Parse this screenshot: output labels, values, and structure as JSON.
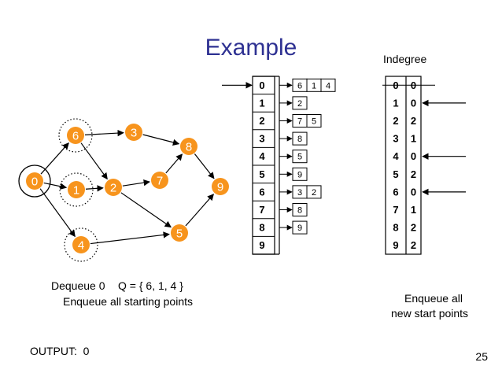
{
  "title": "Example",
  "indegree_title": "Indegree",
  "page_number": "25",
  "graph": {
    "nodes": [
      {
        "id": "0",
        "label": "0"
      },
      {
        "id": "1",
        "label": "1"
      },
      {
        "id": "2",
        "label": "2"
      },
      {
        "id": "3",
        "label": "3"
      },
      {
        "id": "4",
        "label": "4"
      },
      {
        "id": "5",
        "label": "5"
      },
      {
        "id": "6",
        "label": "6"
      },
      {
        "id": "7",
        "label": "7"
      },
      {
        "id": "8",
        "label": "8"
      },
      {
        "id": "9",
        "label": "9"
      }
    ],
    "edges": [
      [
        "0",
        "6"
      ],
      [
        "0",
        "1"
      ],
      [
        "0",
        "4"
      ],
      [
        "6",
        "3"
      ],
      [
        "6",
        "2"
      ],
      [
        "1",
        "2"
      ],
      [
        "2",
        "7"
      ],
      [
        "2",
        "5"
      ],
      [
        "3",
        "8"
      ],
      [
        "7",
        "8"
      ],
      [
        "8",
        "9"
      ],
      [
        "4",
        "5"
      ],
      [
        "5",
        "9"
      ]
    ],
    "highlighted_nodes": [
      "0"
    ],
    "dotted_nodes": [
      "6",
      "1",
      "4"
    ]
  },
  "adjacency": {
    "indices": [
      "0",
      "1",
      "2",
      "3",
      "4",
      "5",
      "6",
      "7",
      "8",
      "9"
    ],
    "lists": [
      [
        "6",
        "1",
        "4"
      ],
      [
        "2"
      ],
      [
        "7",
        "5"
      ],
      [
        "8"
      ],
      [
        "5"
      ],
      [
        "9"
      ],
      [
        "3",
        "2"
      ],
      [
        "8"
      ],
      [
        "9"
      ],
      []
    ]
  },
  "indegree": {
    "indices": [
      "0",
      "1",
      "2",
      "3",
      "4",
      "5",
      "6",
      "7",
      "8",
      "9"
    ],
    "values": [
      "0",
      "0",
      "2",
      "1",
      "0",
      "2",
      "0",
      "1",
      "2",
      "2"
    ],
    "struck_rows": [
      0
    ],
    "arrow_rows": [
      1,
      4,
      6
    ]
  },
  "left_arrow_row": 0,
  "captions": {
    "dequeue": "Dequeue 0",
    "queue": "Q = { 6, 1, 4 }",
    "enqueue_starting": "Enqueue all starting points",
    "enqueue_new_1": "Enqueue all",
    "enqueue_new_2": "new start points",
    "output": "OUTPUT:  0"
  },
  "colors": {
    "title": "#2e3192",
    "node_fill": "#f7941d",
    "node_text": "#ffffff",
    "line": "#000000"
  }
}
